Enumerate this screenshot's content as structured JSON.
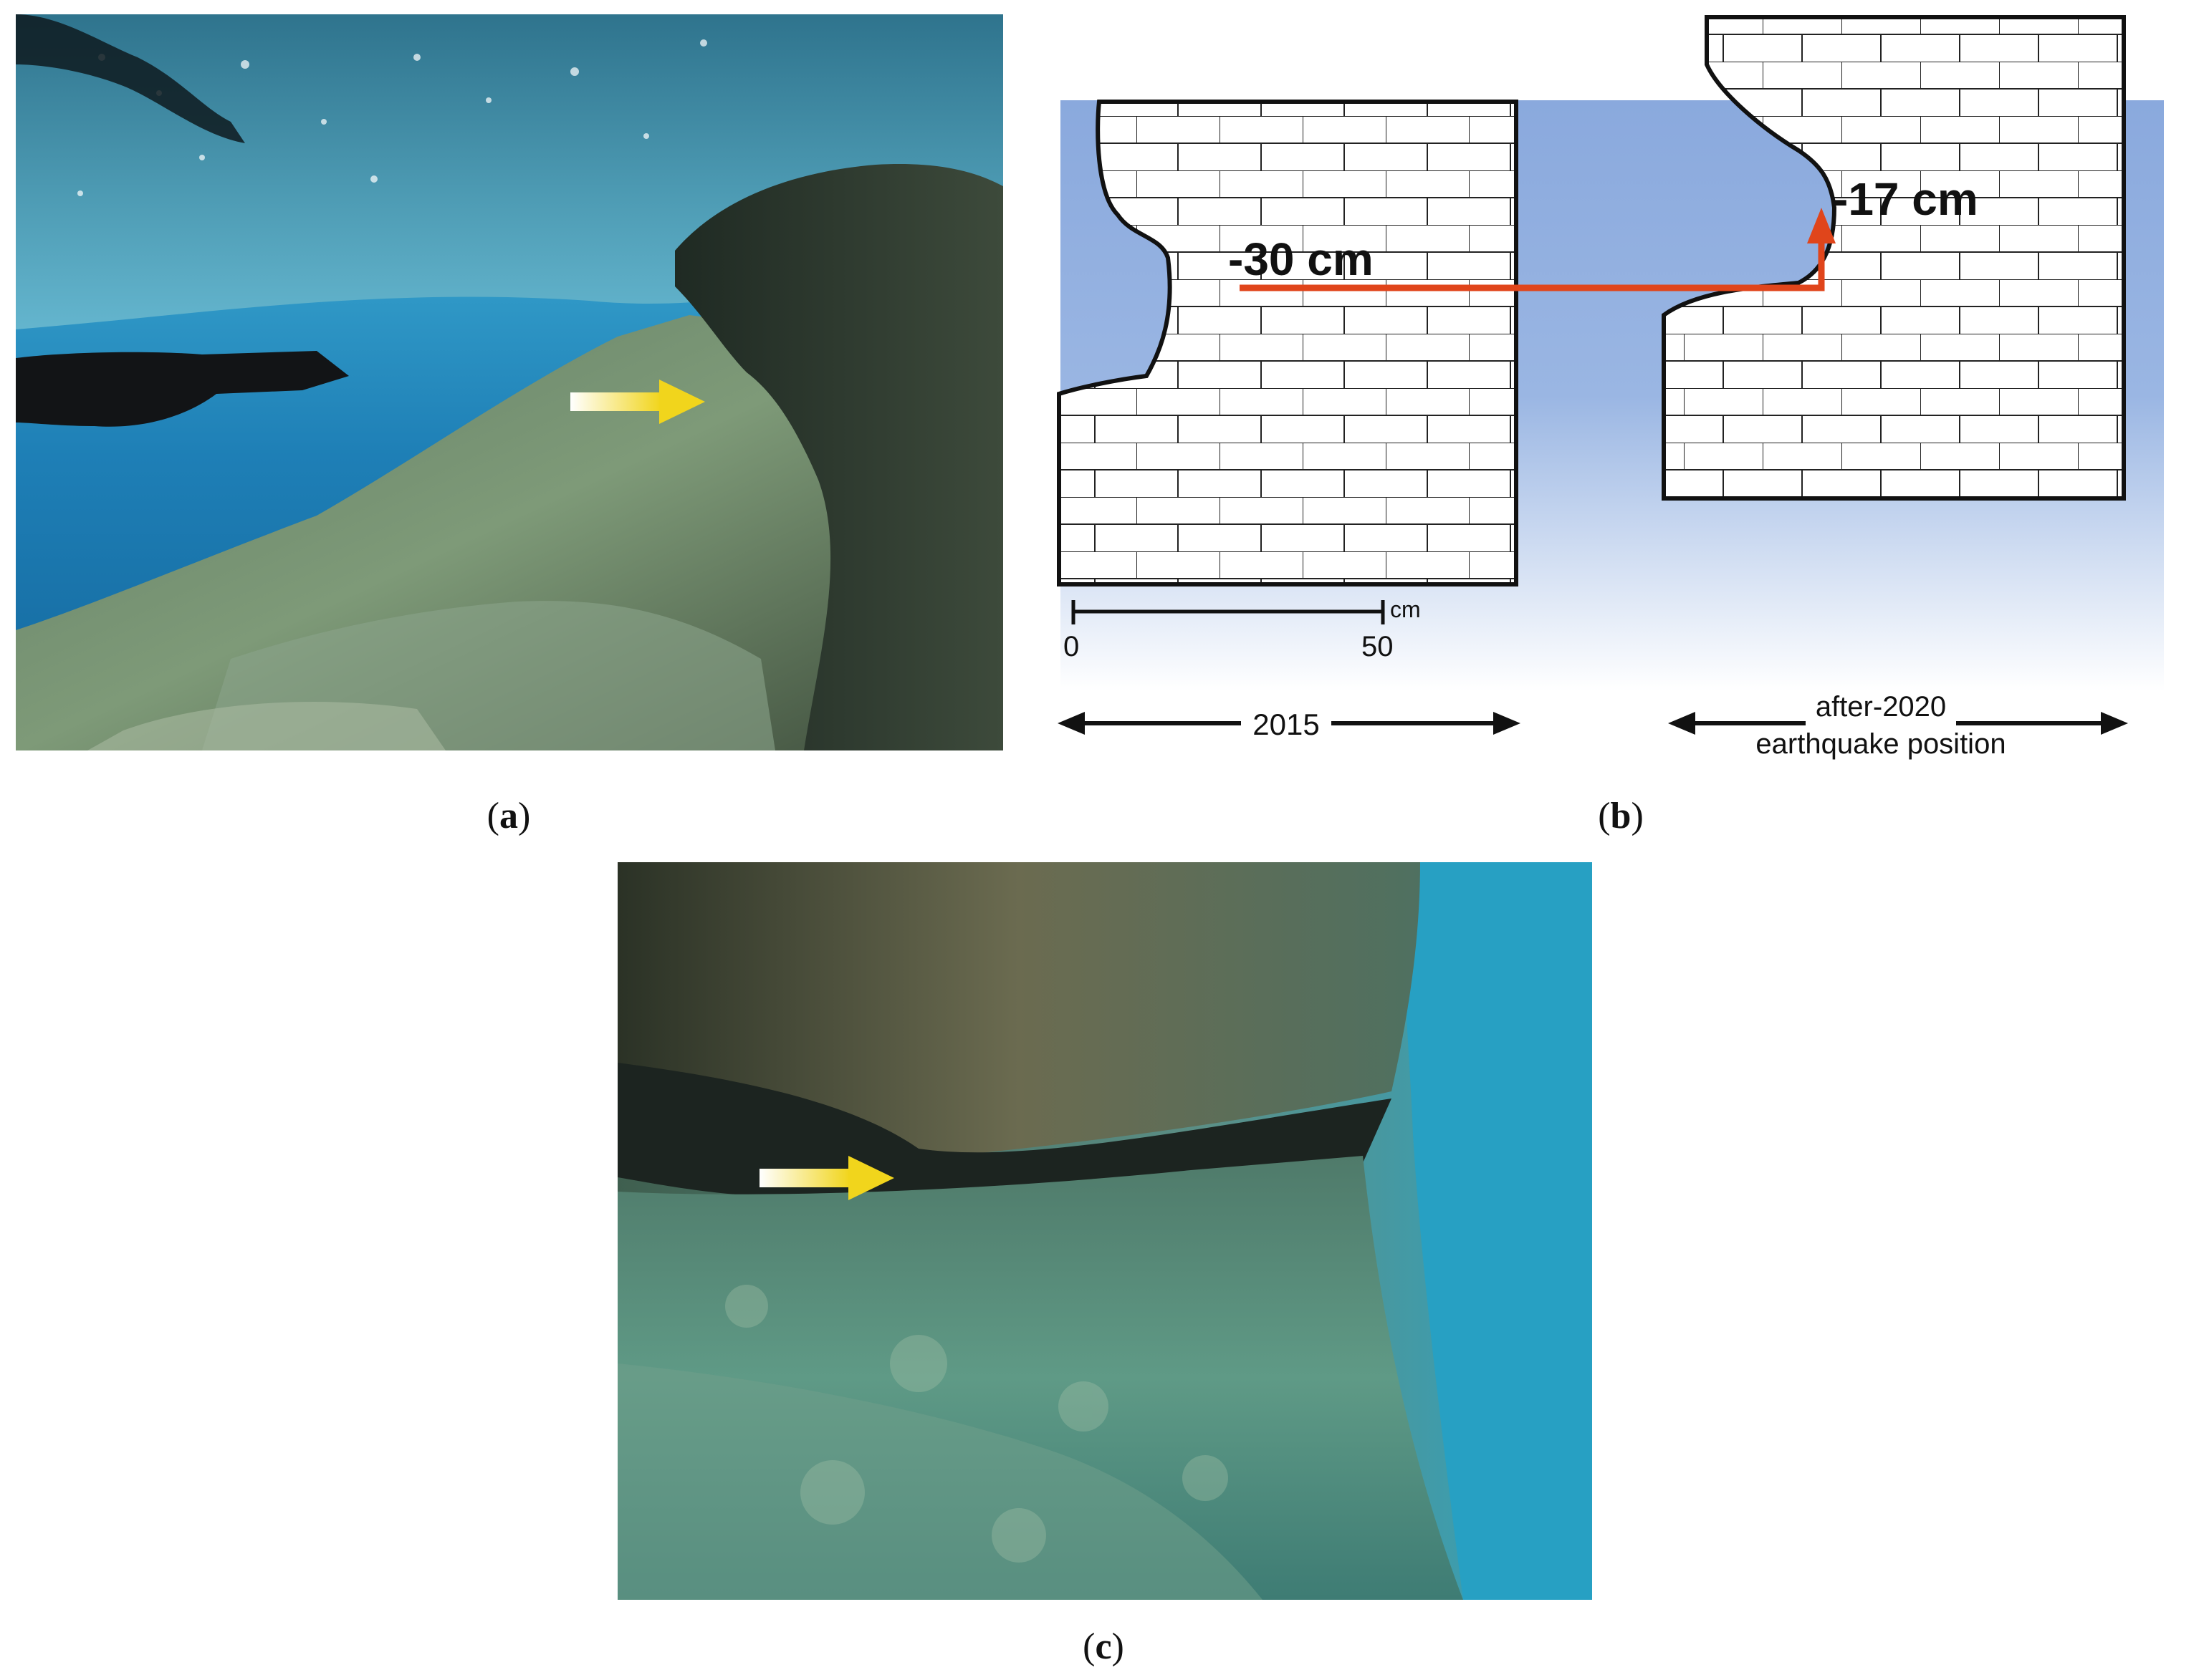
{
  "captions": {
    "a": {
      "open": "(",
      "letter": "a",
      "close": ")"
    },
    "b": {
      "open": "(",
      "letter": "b",
      "close": ")"
    },
    "c": {
      "open": "(",
      "letter": "c",
      "close": ")"
    }
  },
  "diagram": {
    "label_2015_depth": "-30 cm",
    "label_after_depth": "-17 cm",
    "scale_unit": "cm",
    "scale_start": "0",
    "scale_end": "50",
    "period_2015": "2015",
    "period_after_line1": "after-2020",
    "period_after_line2": "earthquake position"
  },
  "colors": {
    "sea_blue": "#8fb0de",
    "uplift_arrow": "#e0451b",
    "pointer_arrow": "#f1d51c"
  }
}
